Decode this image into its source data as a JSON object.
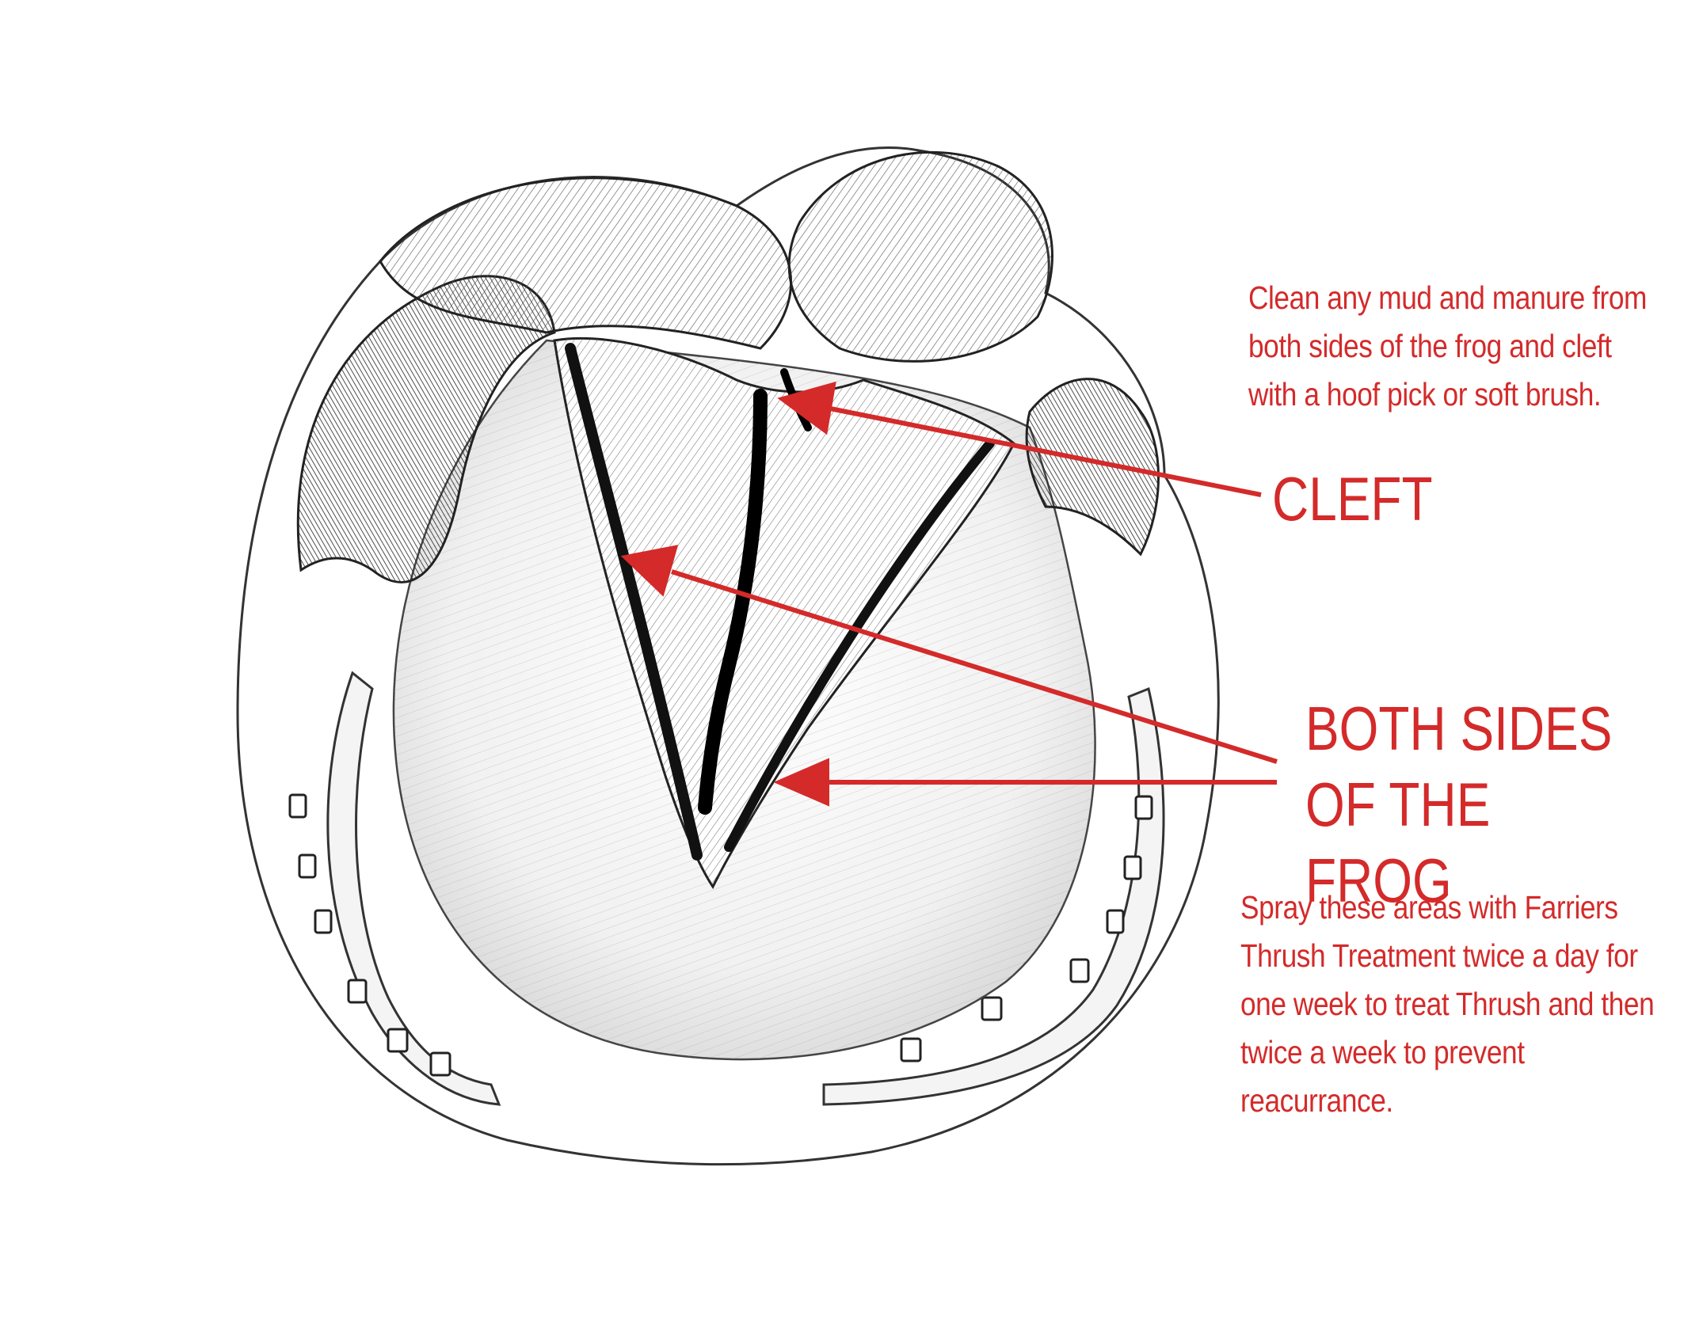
{
  "annotations": {
    "top_instruction": "Clean any mud and manure from\nboth sides of the frog and cleft\nwith a hoof pick or soft brush.",
    "cleft_label": "CLEFT",
    "frog_label": "BOTH SIDES\nOF THE FROG",
    "bottom_instruction": "Spray these areas with Farriers\nThrush Treatment twice a day for\none week to treat Thrush and then\ntwice a week to prevent\nreacurrance."
  },
  "colors": {
    "accent_red": "#d42a2a",
    "sketch_ink": "#2a2a2a",
    "background": "#ffffff"
  }
}
